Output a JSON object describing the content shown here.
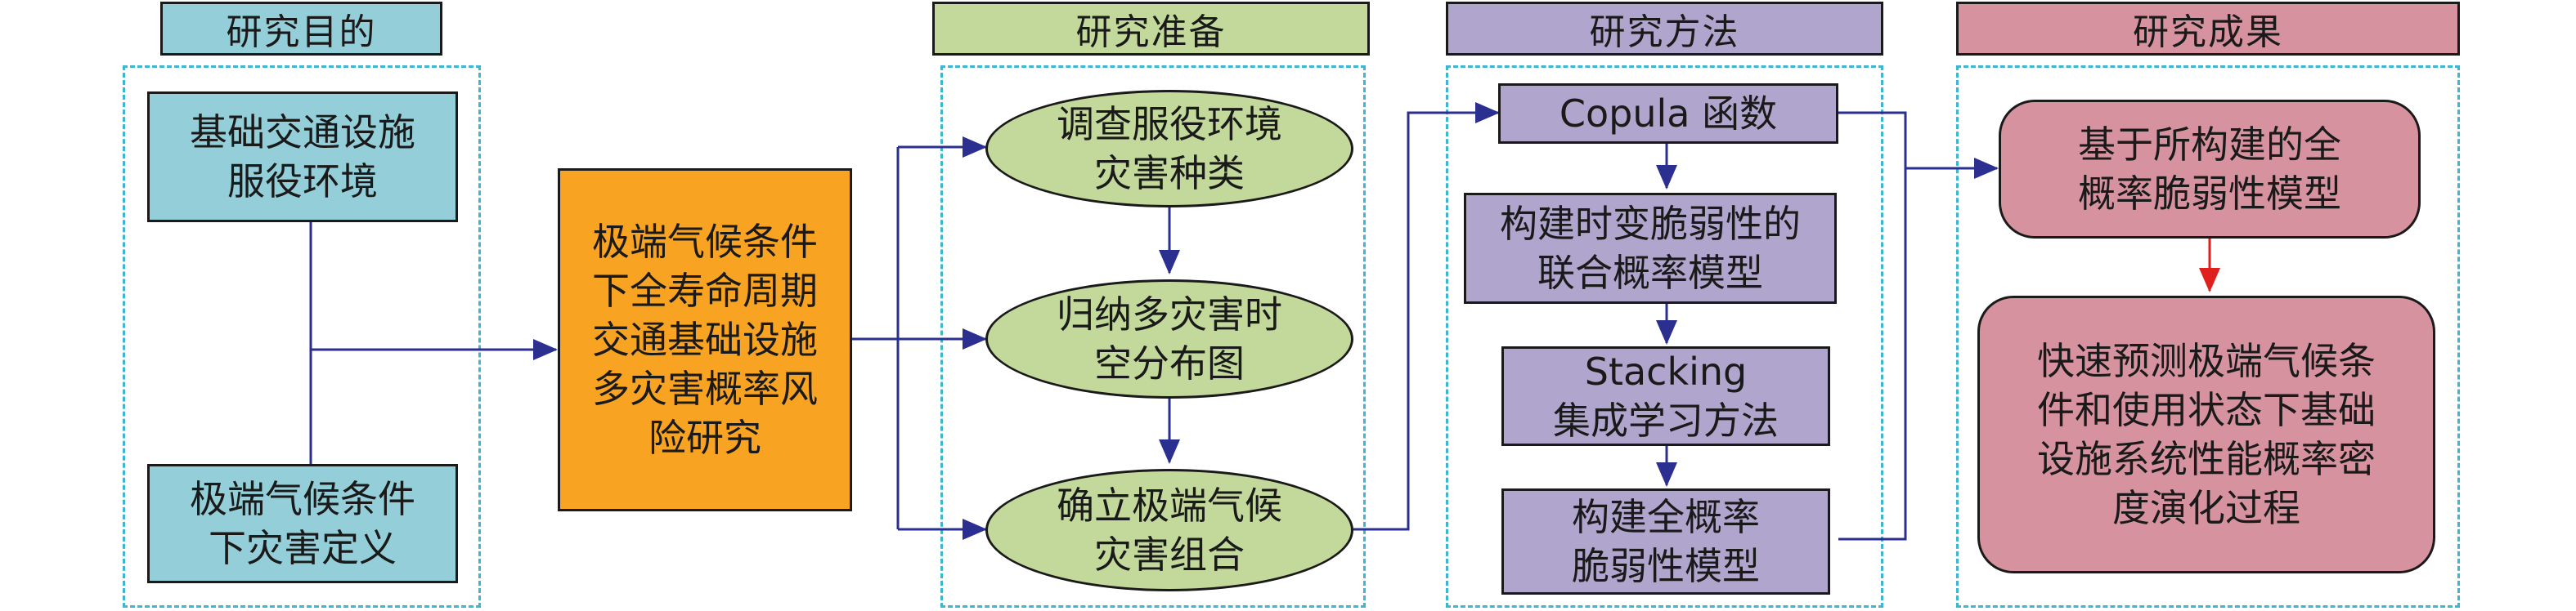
{
  "headers": {
    "purpose": "研究目的",
    "preparation": "研究准备",
    "methods": "研究方法",
    "results": "研究成果"
  },
  "purpose": {
    "box1": "基础交通设施\n服役环境",
    "box2": "极端气候条件\n下灾害定义"
  },
  "central": "极端气候条件\n下全寿命周期\n交通基础设施\n多灾害概率风\n险研究",
  "preparation": {
    "step1": "调查服役环境\n灾害种类",
    "step2": "归纳多灾害时\n空分布图",
    "step3": "确立极端气候\n灾害组合"
  },
  "methods": {
    "step1": "Copula 函数",
    "step2": "构建时变脆弱性的\n联合概率模型",
    "step3": "Stacking\n集成学习方法",
    "step4": "构建全概率\n脆弱性模型"
  },
  "results": {
    "step1": "基于所构建的全\n概率脆弱性模型",
    "step2": "快速预测极端气候条\n件和使用状态下基础\n设施系统性能概率密\n度演化过程"
  },
  "colors": {
    "teal": "#94cfd9",
    "orange": "#f8a322",
    "green": "#c3d89b",
    "purple": "#b0a5cc",
    "rose": "#d6939f",
    "arrow_blue": "#2b2f8f",
    "arrow_red": "#e0201c",
    "dashed_border": "#3fb6cf"
  }
}
